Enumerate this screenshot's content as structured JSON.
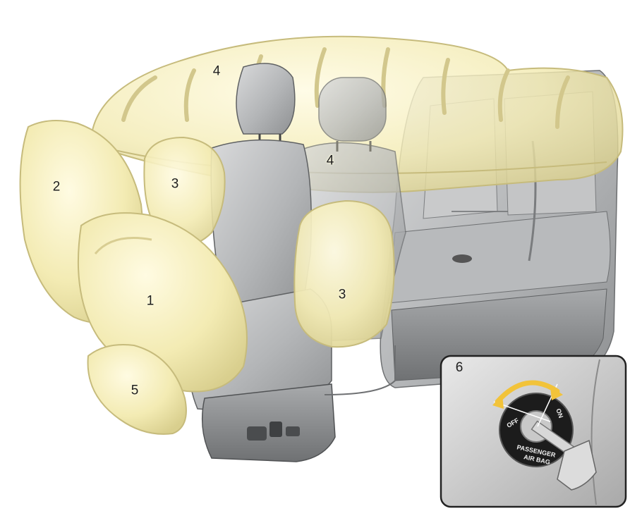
{
  "callouts": {
    "curtain_left": "4",
    "curtain_center": "4",
    "knee_front": "2",
    "side_front": "3",
    "side_rear": "3",
    "driver_front": "1",
    "knee_lower": "5",
    "inset": "6"
  },
  "switch": {
    "off_label": "OFF",
    "on_label": "ON",
    "caption_line1": "PASSENGER",
    "caption_line2": "AIR BAG"
  },
  "colors": {
    "airbag_fill": "#f2eab0",
    "airbag_edge": "#cfc488",
    "seat_grey": "#b9bbbd",
    "arrow_yellow": "#f2c33a"
  }
}
